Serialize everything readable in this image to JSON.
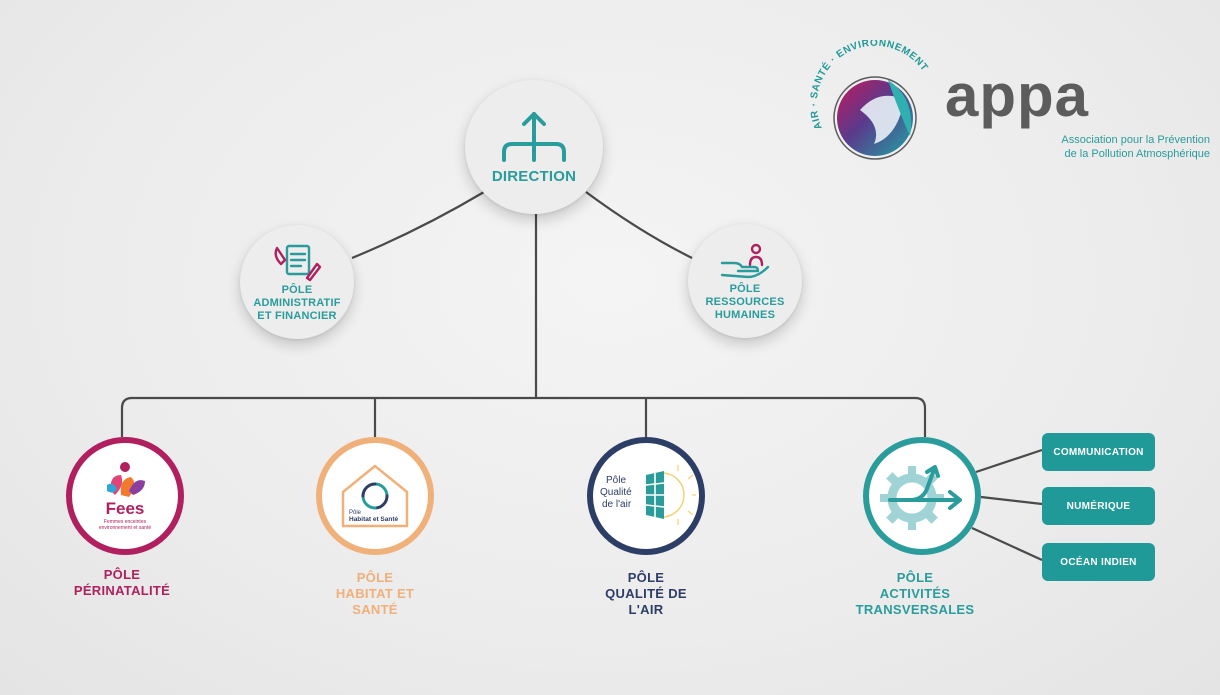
{
  "brand": {
    "arc_text": "AIR · SANTÉ · ENVIRONNEMENT",
    "name": "appa",
    "tagline_line1": "Association pour la Prévention",
    "tagline_line2": "de la Pollution Atmosphérique"
  },
  "direction": {
    "label": "DIRECTION"
  },
  "side_nodes": {
    "admin": {
      "line1": "PÔLE",
      "line2": "ADMINISTRATIF",
      "line3": "ET FINANCIER"
    },
    "rh": {
      "line1": "PÔLE",
      "line2": "RESSOURCES",
      "line3": "HUMAINES"
    }
  },
  "poles": {
    "perinatalite": {
      "label_line1": "PÔLE",
      "label_line2": "PÉRINATALITÉ",
      "logo_word": "Fees",
      "logo_small1": "Femmes enceintes",
      "logo_small2": "environnement et santé",
      "color": "#b0205f"
    },
    "habitat": {
      "label_line1": "PÔLE",
      "label_line2": "HABITAT ET",
      "label_line3": "SANTÉ",
      "logo_line1": "Pôle",
      "logo_line2": "Habitat et Santé",
      "color": "#f0b07a"
    },
    "air": {
      "label_line1": "PÔLE",
      "label_line2": "QUALITÉ DE",
      "label_line3": "L'AIR",
      "logo_line1": "Pôle",
      "logo_line2": "Qualité",
      "logo_line3": "de l'air",
      "color": "#2d3e66"
    },
    "transversal": {
      "label_line1": "PÔLE",
      "label_line2": "ACTIVITÉS",
      "label_line3": "TRANSVERSALES",
      "color": "#2a9c9c"
    }
  },
  "tags": [
    "COMMUNICATION",
    "NUMÉRIQUE",
    "OCÉAN INDIEN"
  ],
  "colors": {
    "teal": "#2a9c9c",
    "tag_bg": "#1f9a98",
    "line": "#4a4a4a",
    "grey_text": "#5c5c5c"
  }
}
